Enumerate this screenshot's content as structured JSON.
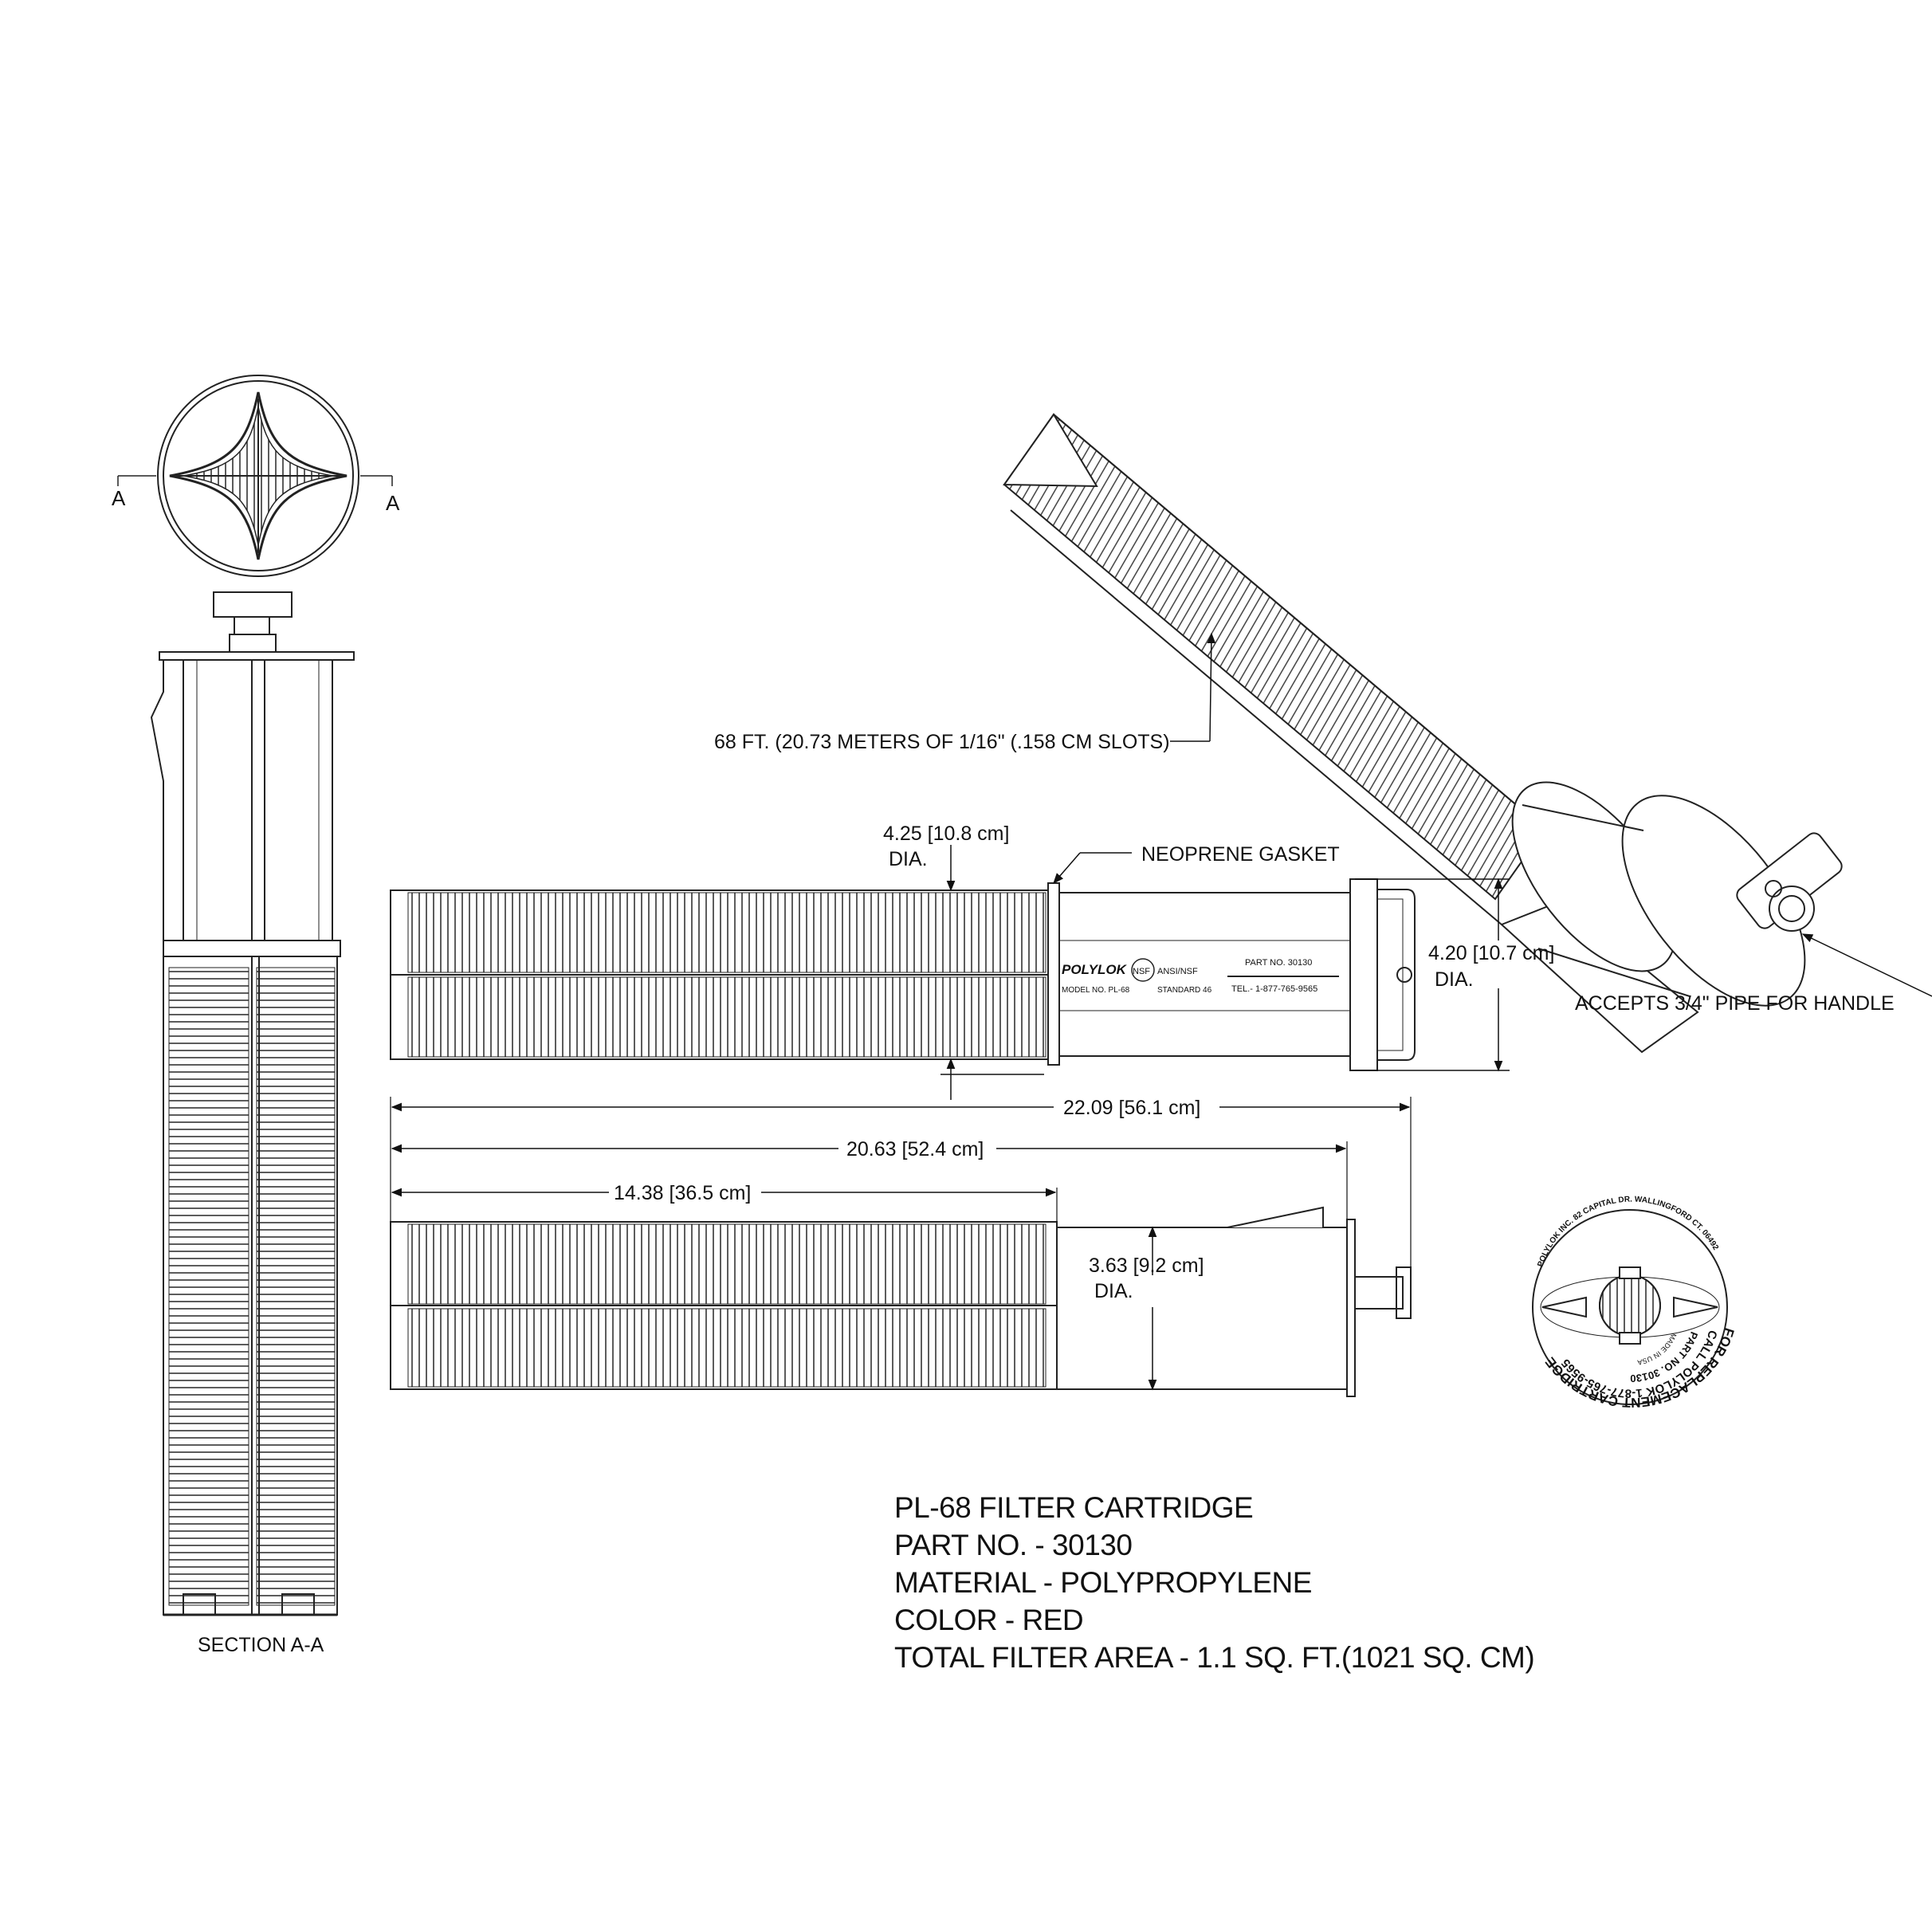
{
  "section_view": {
    "cut_label_left": "A",
    "cut_label_right": "A",
    "title": "SECTION  A-A"
  },
  "perspective_view": {
    "slots_callout": "68 FT. (20.73 METERS OF 1/16\" (.158 CM SLOTS)",
    "handle_callout": "ACCEPTS 3/4\" PIPE FOR HANDLE"
  },
  "side_view": {
    "gasket_callout": "NEOPRENE GASKET",
    "dia_left_value": "4.25",
    "dia_left_metric": "10.8 cm",
    "dia_left_suffix": "DIA.",
    "dia_right_value": "4.20",
    "dia_right_metric": "10.7 cm",
    "dia_right_suffix": "DIA.",
    "label_brand": "POLYLOK",
    "label_nsf": "NSF",
    "label_ansi": "ANSI/NSF",
    "label_model": "MODEL NO. PL-68",
    "label_standard": "STANDARD 46",
    "label_part": "PART NO. 30130",
    "label_tel": "TEL.- 1-877-765-9565"
  },
  "bottom_view": {
    "dim_overall_value": "22.09",
    "dim_overall_metric": "56.1 cm",
    "dim_body_value": "20.63",
    "dim_body_metric": "52.4 cm",
    "dim_screen_value": "14.38",
    "dim_screen_metric": "36.5 cm",
    "dia_value": "3.63",
    "dia_metric": "9.2 cm",
    "dia_suffix": "DIA."
  },
  "end_cap": {
    "ring_text_top": "POLYLOK INC. 82 CAPITAL DR. WALLINGFORD CT. 06492",
    "ring_text_1": "FOR REPLACEMENT CARTRIDGE",
    "ring_text_2": "CALL POLYLOK 1-877-765-9565",
    "ring_text_3": "PART NO. 30130",
    "ring_text_4": "MADE IN USA"
  },
  "specs": {
    "line1": "PL-68 FILTER CARTRIDGE",
    "line2": "PART NO. - 30130",
    "line3": "MATERIAL  - POLYPROPYLENE",
    "line4": "COLOR - RED",
    "line5": "TOTAL FILTER AREA - 1.1 SQ. FT.(1021 SQ. CM)"
  }
}
